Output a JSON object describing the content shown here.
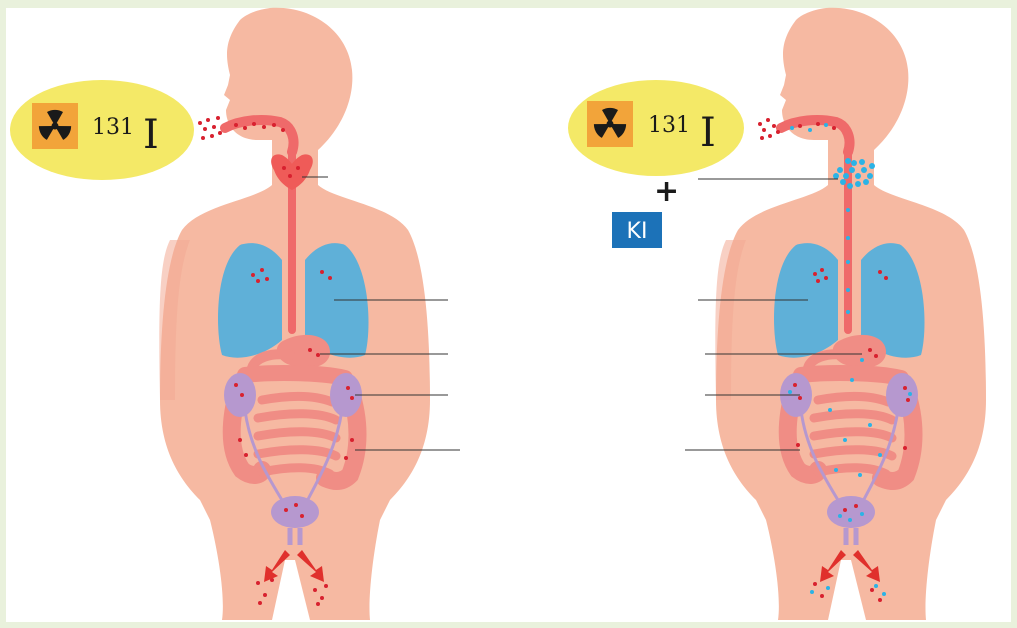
{
  "left_panel": {
    "isotope": {
      "mass_number": "131",
      "symbol": "I"
    }
  },
  "right_panel": {
    "isotope": {
      "mass_number": "131",
      "symbol": "I"
    },
    "plus_sign": "+",
    "ki_label": "KI"
  },
  "colors": {
    "background": "#e9f1dc",
    "body": "#f6b9a2",
    "lungs": "#5fb0d8",
    "thyroid": "#ef5b58",
    "intestine": "#f08d85",
    "kidneys": "#b698cf",
    "bladder": "#b698cf",
    "iodine_131_dots": "#d8212f",
    "stable_iodine_dots": "#2bb3e6",
    "badge_fill": "#f4e967",
    "radiation_icon_bg": "#f2a43a",
    "ki_box": "#1c72b8",
    "arrows": "#e0302c"
  }
}
